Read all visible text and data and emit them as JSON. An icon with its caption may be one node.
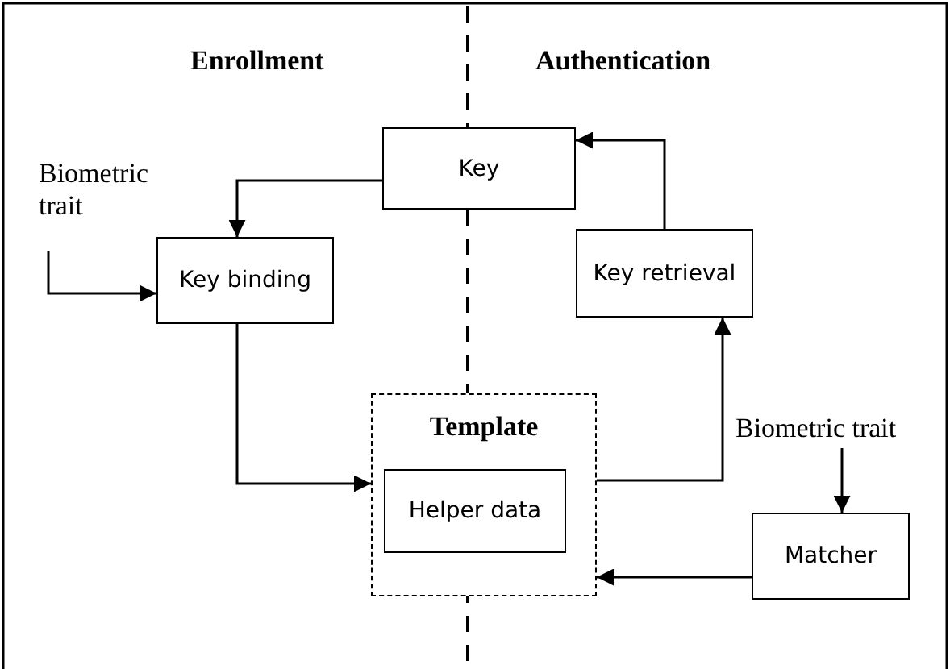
{
  "diagram": {
    "nodes": [
      {
        "text": [
          "Key"
        ]
      },
      {
        "text": [
          "Key binding"
        ]
      },
      {
        "text": [
          "Key retrieval"
        ]
      },
      {
        "text": [
          "Template"
        ]
      },
      {
        "text": [
          "Helper data"
        ],
        "in": 3
      },
      {
        "text": [
          "Matcher"
        ]
      },
      {
        "text": [
          "Biometric trait"
        ]
      },
      {
        "text": [
          "Biometric trait"
        ]
      }
    ],
    "edges": [
      {
        "from": 0,
        "to": 1,
        "arrow": "to"
      },
      {
        "from": 2,
        "to": 0,
        "arrow": "to"
      },
      {
        "from": 1,
        "to": 3,
        "arrow": "to"
      },
      {
        "from": 3,
        "to": 2,
        "arrow": "to"
      },
      {
        "from": 5,
        "to": 3,
        "arrow": "to"
      },
      {
        "from": 7,
        "to": 5,
        "arrow": "to"
      },
      {
        "from": 6,
        "to": 1,
        "arrow": "to"
      }
    ],
    "labels": [
      "Enrollment",
      "Authentication"
    ]
  }
}
